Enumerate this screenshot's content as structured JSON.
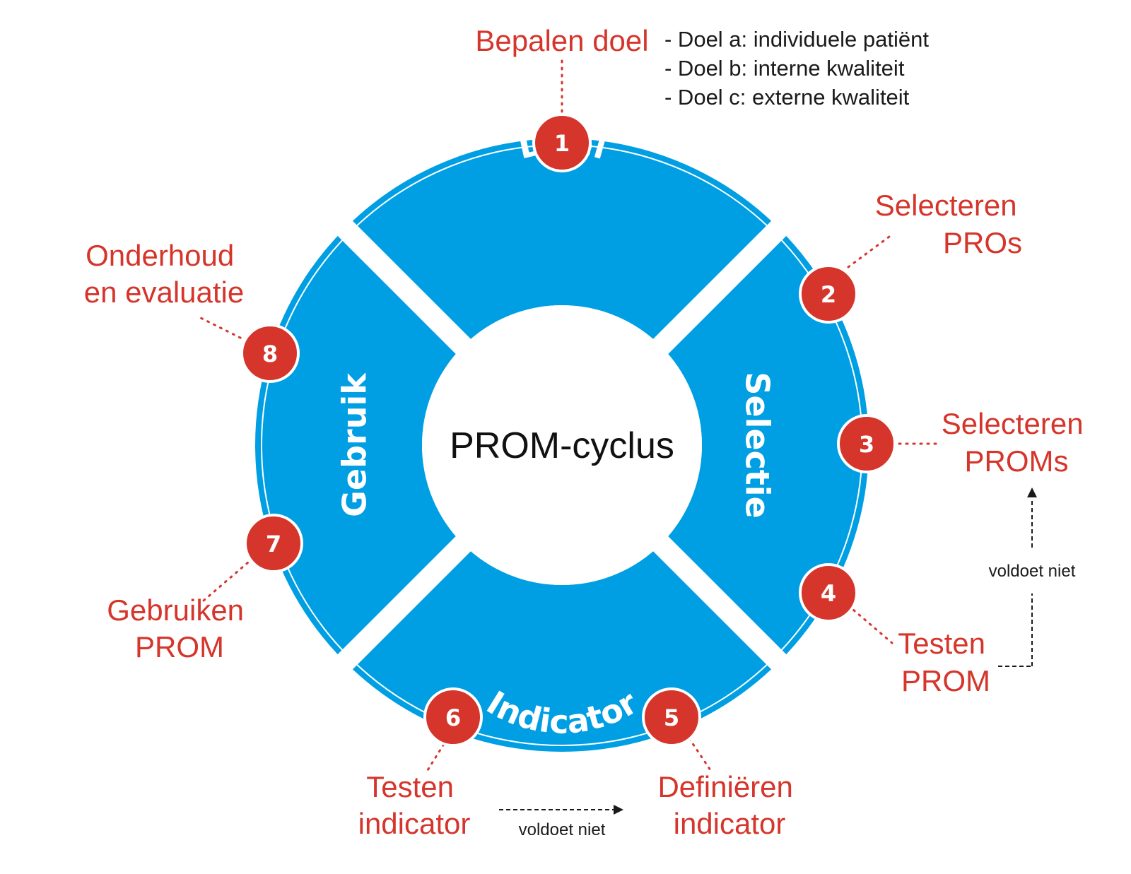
{
  "title": "PROM-cyclus",
  "colors": {
    "ring": "#009fe3",
    "step_badge": "#d5352b",
    "label_text": "#d5352b",
    "dotted_line": "#d5352b",
    "note_text": "#1a1a1a"
  },
  "segments": {
    "doel": "Doel",
    "selectie": "Selectie",
    "indicator": "Indicator",
    "gebruik": "Gebruik"
  },
  "steps": [
    {
      "number": "1",
      "label_lines": [
        "Bepalen doel"
      ]
    },
    {
      "number": "2",
      "label_lines": [
        "Selecteren",
        "PROs"
      ]
    },
    {
      "number": "3",
      "label_lines": [
        "Selecteren",
        "PROMs"
      ]
    },
    {
      "number": "4",
      "label_lines": [
        "Testen",
        "PROM"
      ]
    },
    {
      "number": "5",
      "label_lines": [
        "Definiëren",
        "indicator"
      ]
    },
    {
      "number": "6",
      "label_lines": [
        "Testen",
        "indicator"
      ]
    },
    {
      "number": "7",
      "label_lines": [
        "Gebruiken",
        "PROM"
      ]
    },
    {
      "number": "8",
      "label_lines": [
        "Onderhoud",
        "en evaluatie"
      ]
    }
  ],
  "goal_options": [
    "- Doel a: individuele patiënt",
    "- Doel b: interne kwaliteit",
    "- Doel c: externe kwaliteit"
  ],
  "feedback_notes": {
    "prom_loop": "voldoet niet",
    "indicator_loop": "voldoet niet"
  }
}
